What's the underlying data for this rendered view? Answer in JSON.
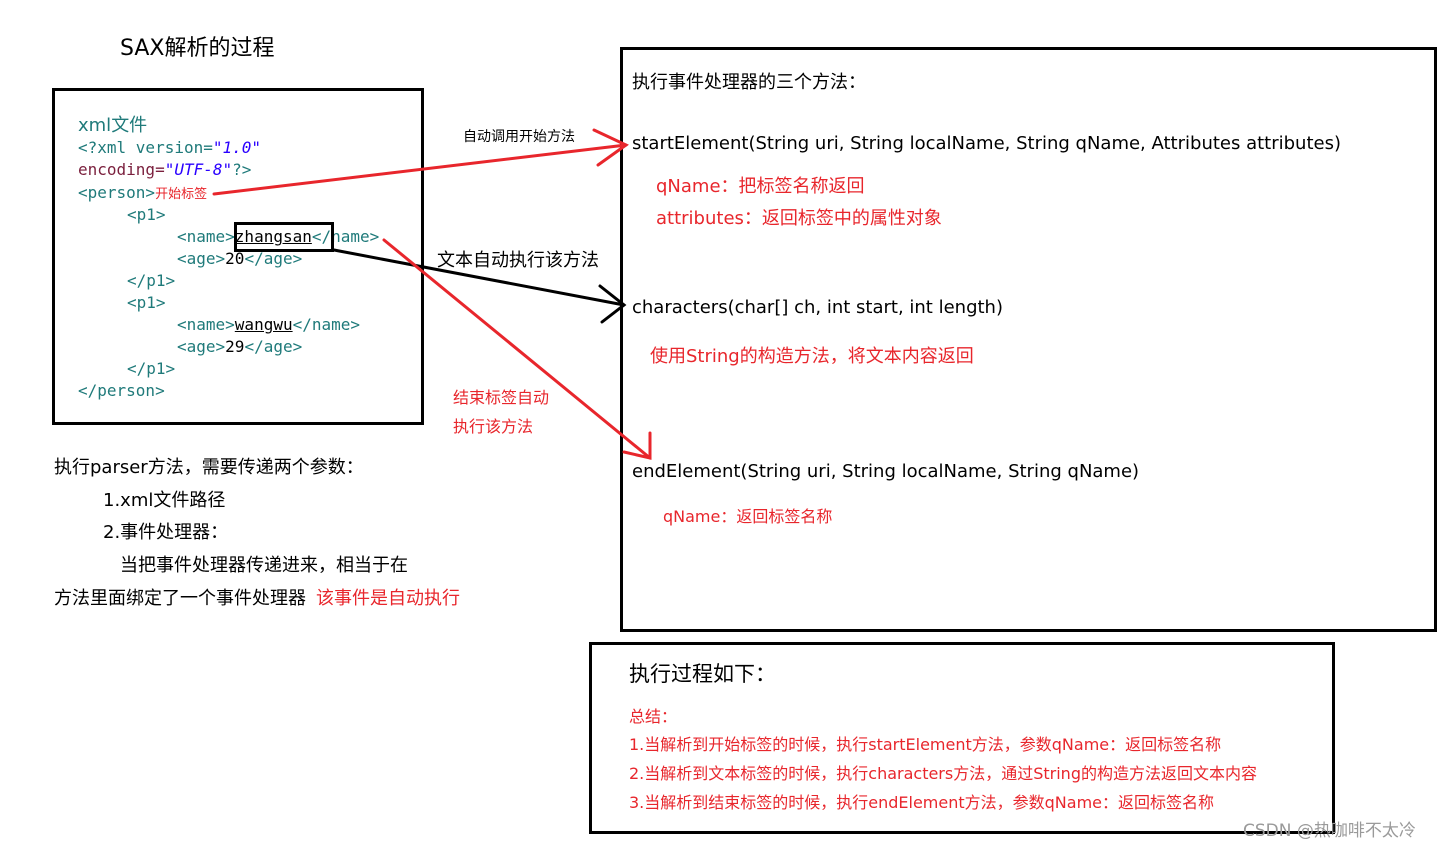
{
  "title": "SAX解析的过程",
  "xml_box": {
    "label": "xml文件",
    "line1_tag": "<?xml version=",
    "line1_val": "\"1.0\"",
    "line2_attr": "encoding=",
    "line2_val": "\"UTF-8\"",
    "line2_end": "?>",
    "person_open": "<person>",
    "start_tag_note": "开始标签",
    "p1_open": "<p1>",
    "name_open": "<name>",
    "name1": "zhangsan",
    "name_close": "</name>",
    "age_open": "<age>",
    "age1": "20",
    "age_close": "</age>",
    "p1_close": "</p1>",
    "name2": "wangwu",
    "age2": "29",
    "person_close": "</person>"
  },
  "parser_notes": {
    "line1": "执行parser方法，需要传递两个参数：",
    "line2": "1.xml文件路径",
    "line3": "2.事件处理器：",
    "line4": "当把事件处理器传递进来，相当于在",
    "line5": "方法里面绑定了一个事件处理器",
    "line5_red": "该事件是自动执行"
  },
  "arrow_labels": {
    "start": "自动调用开始方法",
    "text": "文本自动执行该方法",
    "end_line1": "结束标签自动",
    "end_line2": "执行该方法"
  },
  "handler_box": {
    "heading": "执行事件处理器的三个方法：",
    "start_sig": "startElement(String uri, String localName, String qName, Attributes attributes)",
    "start_note1": "qName：把标签名称返回",
    "start_note2": "attributes：返回标签中的属性对象",
    "chars_sig": "characters(char[] ch, int start, int length)",
    "chars_note": "使用String的构造方法，将文本内容返回",
    "end_sig": "endElement(String uri, String localName, String qName)",
    "end_note": "qName：返回标签名称"
  },
  "process_box": {
    "heading": "执行过程如下：",
    "summary": "总结：",
    "item1": "1.当解析到开始标签的时候，执行startElement方法，参数qName：返回标签名称",
    "item2": "2.当解析到文本标签的时候，执行characters方法，通过String的构造方法返回文本内容",
    "item3": "3.当解析到结束标签的时候，执行endElement方法，参数qName：返回标签名称"
  },
  "watermark": "CSDN @热咖啡不太冷",
  "colors": {
    "red": "#e8262c",
    "teal": "#1f7a7a",
    "maroon": "#7a1f3d",
    "string_blue": "#2a00ff"
  }
}
